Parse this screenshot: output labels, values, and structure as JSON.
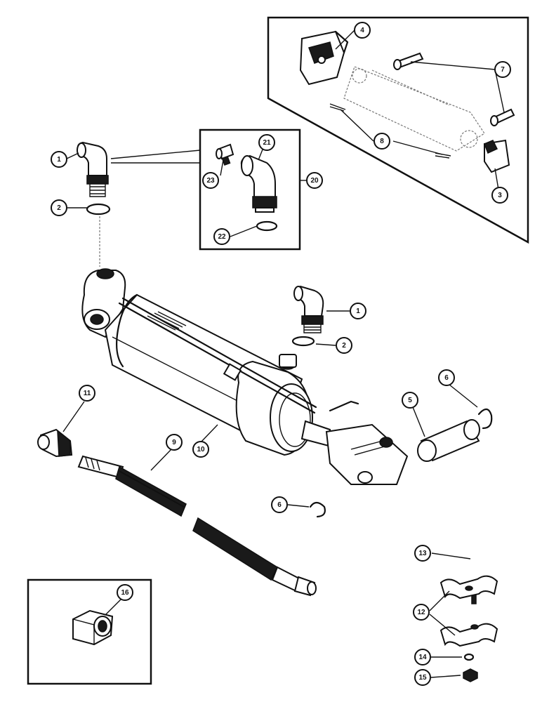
{
  "diagram": {
    "callouts": [
      {
        "id": "c1a",
        "label": "1"
      },
      {
        "id": "c2a",
        "label": "2"
      },
      {
        "id": "c1b",
        "label": "1"
      },
      {
        "id": "c2b",
        "label": "2"
      },
      {
        "id": "c3",
        "label": "3"
      },
      {
        "id": "c4",
        "label": "4"
      },
      {
        "id": "c5",
        "label": "5"
      },
      {
        "id": "c6a",
        "label": "6"
      },
      {
        "id": "c6b",
        "label": "6"
      },
      {
        "id": "c7",
        "label": "7"
      },
      {
        "id": "c8",
        "label": "8"
      },
      {
        "id": "c9",
        "label": "9"
      },
      {
        "id": "c10",
        "label": "10"
      },
      {
        "id": "c11",
        "label": "11"
      },
      {
        "id": "c12",
        "label": "12"
      },
      {
        "id": "c13",
        "label": "13"
      },
      {
        "id": "c14",
        "label": "14"
      },
      {
        "id": "c15",
        "label": "15"
      },
      {
        "id": "c16",
        "label": "16"
      },
      {
        "id": "c20",
        "label": "20"
      },
      {
        "id": "c21",
        "label": "21"
      },
      {
        "id": "c22",
        "label": "22"
      },
      {
        "id": "c23",
        "label": "23"
      }
    ]
  }
}
